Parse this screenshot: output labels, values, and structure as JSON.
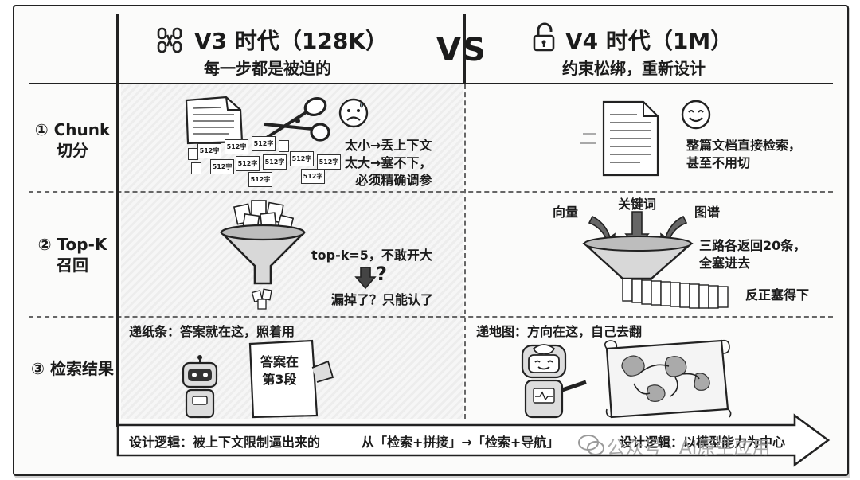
{
  "header": {
    "v3_title": "V3 时代（128K）",
    "v3_subtitle": "每一步都是被迫的",
    "vs": "VS",
    "v4_title": "V4 时代（1M）",
    "v4_subtitle": "约束松绑，重新设计"
  },
  "rows": {
    "chunk": {
      "label_line1": "① Chunk",
      "label_line2": "切分",
      "v3_chip": "512字",
      "v3_note": [
        "太小→丢上下文",
        "太大→塞不下，",
        "必须精确调参"
      ],
      "v4_note": [
        "整篇文档直接检索，",
        "甚至不用切"
      ]
    },
    "topk": {
      "label_line1": "② Top-K",
      "label_line2": "召回",
      "v3_note_1": "top-k=5，不敢开大",
      "v3_question": "?",
      "v3_note_2": "漏掉了？只能认了",
      "v4_inputs": [
        "向量",
        "关键词",
        "图谱"
      ],
      "v4_note": [
        "三路各返回20条，",
        "全塞进去"
      ],
      "v4_note_2": "反正塞得下"
    },
    "result": {
      "label": "③ 检索结果",
      "v3_caption": "递纸条：答案就在这，照着用",
      "v3_paper": [
        "答案在",
        "第3段"
      ],
      "v4_caption": "递地图：方向在这，自己去翻"
    }
  },
  "footer": {
    "left": "设计逻辑：被上下文限制逼出来的",
    "middle": "从「检索+拼接」→「检索+导航」",
    "right": "设计逻辑：以模型能力为中心"
  },
  "watermark": "公众号 · AI原生应用",
  "colors": {
    "ink": "#1b1b1b",
    "paper": "#fbfbfa",
    "shade": "#ececec",
    "watermark": "#9a9a9a"
  },
  "icons": [
    "broken-chain-icon",
    "open-padlock-icon",
    "scissors-icon",
    "worried-face-icon",
    "smiling-face-icon",
    "funnel-icon",
    "down-arrow-icon",
    "robot-icon",
    "map-icon",
    "wechat-icon"
  ]
}
